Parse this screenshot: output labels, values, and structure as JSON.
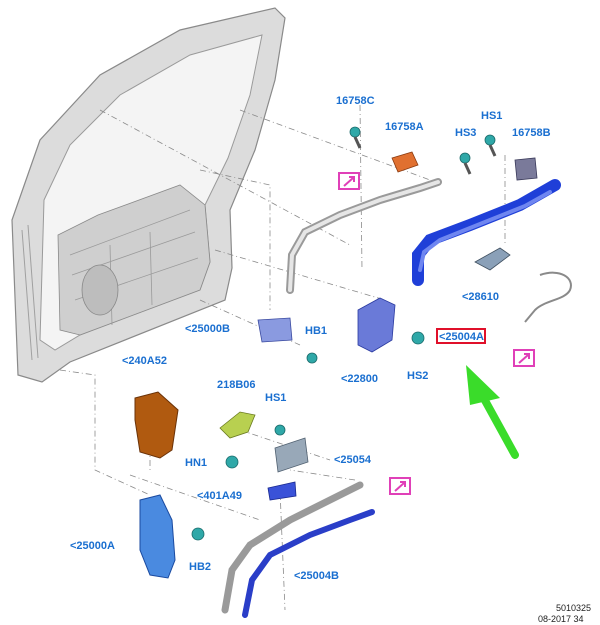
{
  "labels": {
    "p16758C": "16758C",
    "p16758A": "16758A",
    "hs1_top": "HS1",
    "hs3": "HS3",
    "p16758B": "16758B",
    "p28610": "<28610",
    "p25000B": "<25000B",
    "hb1": "HB1",
    "p22800": "<22800",
    "hs2": "HS2",
    "p25004A": "<25004A",
    "p240A52": "<240A52",
    "p218B06": "218B06",
    "hs1_mid": "HS1",
    "hn1": "HN1",
    "p25054": "<25054",
    "p401A49": "<401A49",
    "p25000A": "<25000A",
    "hb2": "HB2",
    "p25004B": "<25004B"
  },
  "footer": {
    "code": "5010325",
    "date": "08-2017 34"
  },
  "colors": {
    "label": "#1a6fd0",
    "highlight_box": "#e0102a",
    "link_icon": "#e040b8",
    "arrow": "#3adc2a",
    "door": "#c8c8c8",
    "bracket_orange": "#b05a10",
    "fastener_teal": "#2fa8a8",
    "hinge_blue": "#4a62c8"
  }
}
